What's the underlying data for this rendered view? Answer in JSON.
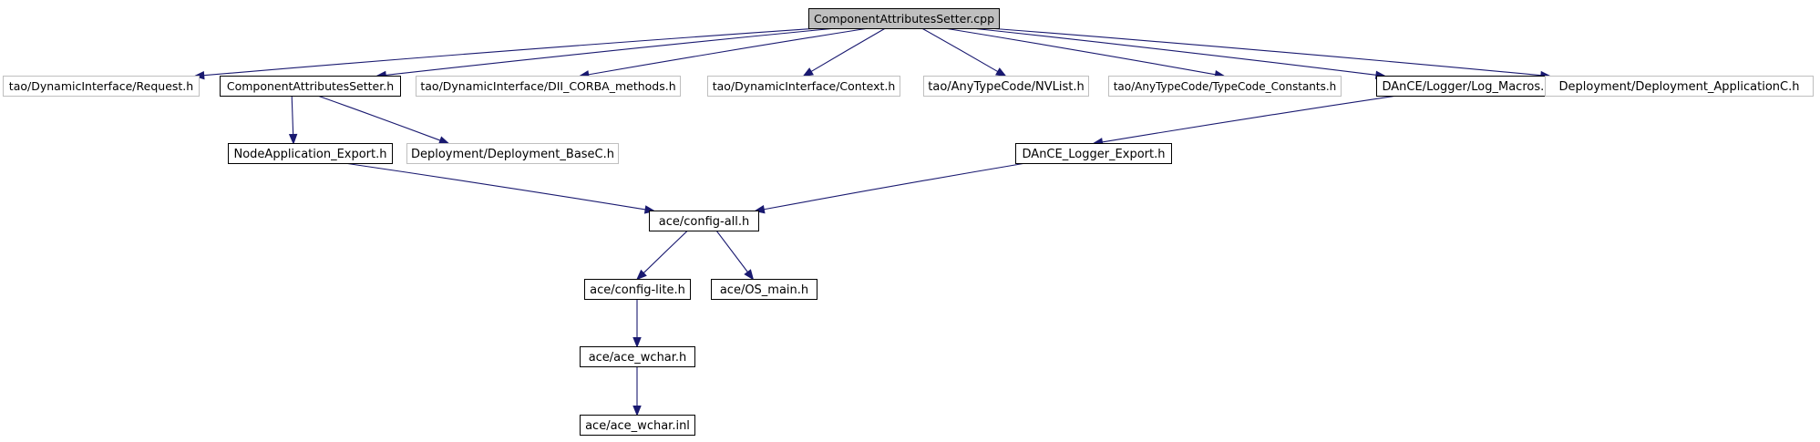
{
  "colors": {
    "edge": "#191970",
    "root_fill": "#bfbfbf",
    "node_border": "#000000",
    "external_border": "#bfbfbf",
    "background": "#ffffff"
  },
  "nodes": [
    {
      "id": "root",
      "label": "ComponentAttributesSetter.cpp",
      "kind": "root"
    },
    {
      "id": "req",
      "label": "tao/DynamicInterface/Request.h",
      "kind": "external"
    },
    {
      "id": "cash",
      "label": "ComponentAttributesSetter.h",
      "kind": "documented"
    },
    {
      "id": "dii",
      "label": "tao/DynamicInterface/DII_CORBA_methods.h",
      "kind": "external"
    },
    {
      "id": "ctx",
      "label": "tao/DynamicInterface/Context.h",
      "kind": "external"
    },
    {
      "id": "nvl",
      "label": "tao/AnyTypeCode/NVList.h",
      "kind": "external"
    },
    {
      "id": "tcc",
      "label": "tao/AnyTypeCode/TypeCode_Constants.h",
      "kind": "external"
    },
    {
      "id": "logm",
      "label": "DAnCE/Logger/Log_Macros.h",
      "kind": "documented"
    },
    {
      "id": "dapc",
      "label": "Deployment/Deployment_ApplicationC.h",
      "kind": "external"
    },
    {
      "id": "nae",
      "label": "NodeApplication_Export.h",
      "kind": "documented"
    },
    {
      "id": "dbc",
      "label": "Deployment/Deployment_BaseC.h",
      "kind": "external"
    },
    {
      "id": "dle",
      "label": "DAnCE_Logger_Export.h",
      "kind": "documented"
    },
    {
      "id": "cfgall",
      "label": "ace/config-all.h",
      "kind": "documented"
    },
    {
      "id": "cfglite",
      "label": "ace/config-lite.h",
      "kind": "documented"
    },
    {
      "id": "osmain",
      "label": "ace/OS_main.h",
      "kind": "documented"
    },
    {
      "id": "wch",
      "label": "ace/ace_wchar.h",
      "kind": "documented"
    },
    {
      "id": "wchi",
      "label": "ace/ace_wchar.inl",
      "kind": "documented"
    }
  ],
  "edges": [
    {
      "from": "root",
      "to": "req"
    },
    {
      "from": "root",
      "to": "cash"
    },
    {
      "from": "root",
      "to": "dii"
    },
    {
      "from": "root",
      "to": "ctx"
    },
    {
      "from": "root",
      "to": "nvl"
    },
    {
      "from": "root",
      "to": "tcc"
    },
    {
      "from": "root",
      "to": "logm"
    },
    {
      "from": "root",
      "to": "dapc"
    },
    {
      "from": "cash",
      "to": "nae"
    },
    {
      "from": "cash",
      "to": "dbc"
    },
    {
      "from": "logm",
      "to": "dle"
    },
    {
      "from": "nae",
      "to": "cfgall"
    },
    {
      "from": "dle",
      "to": "cfgall"
    },
    {
      "from": "cfgall",
      "to": "cfglite"
    },
    {
      "from": "cfgall",
      "to": "osmain"
    },
    {
      "from": "cfglite",
      "to": "wch"
    },
    {
      "from": "wch",
      "to": "wchi"
    }
  ]
}
